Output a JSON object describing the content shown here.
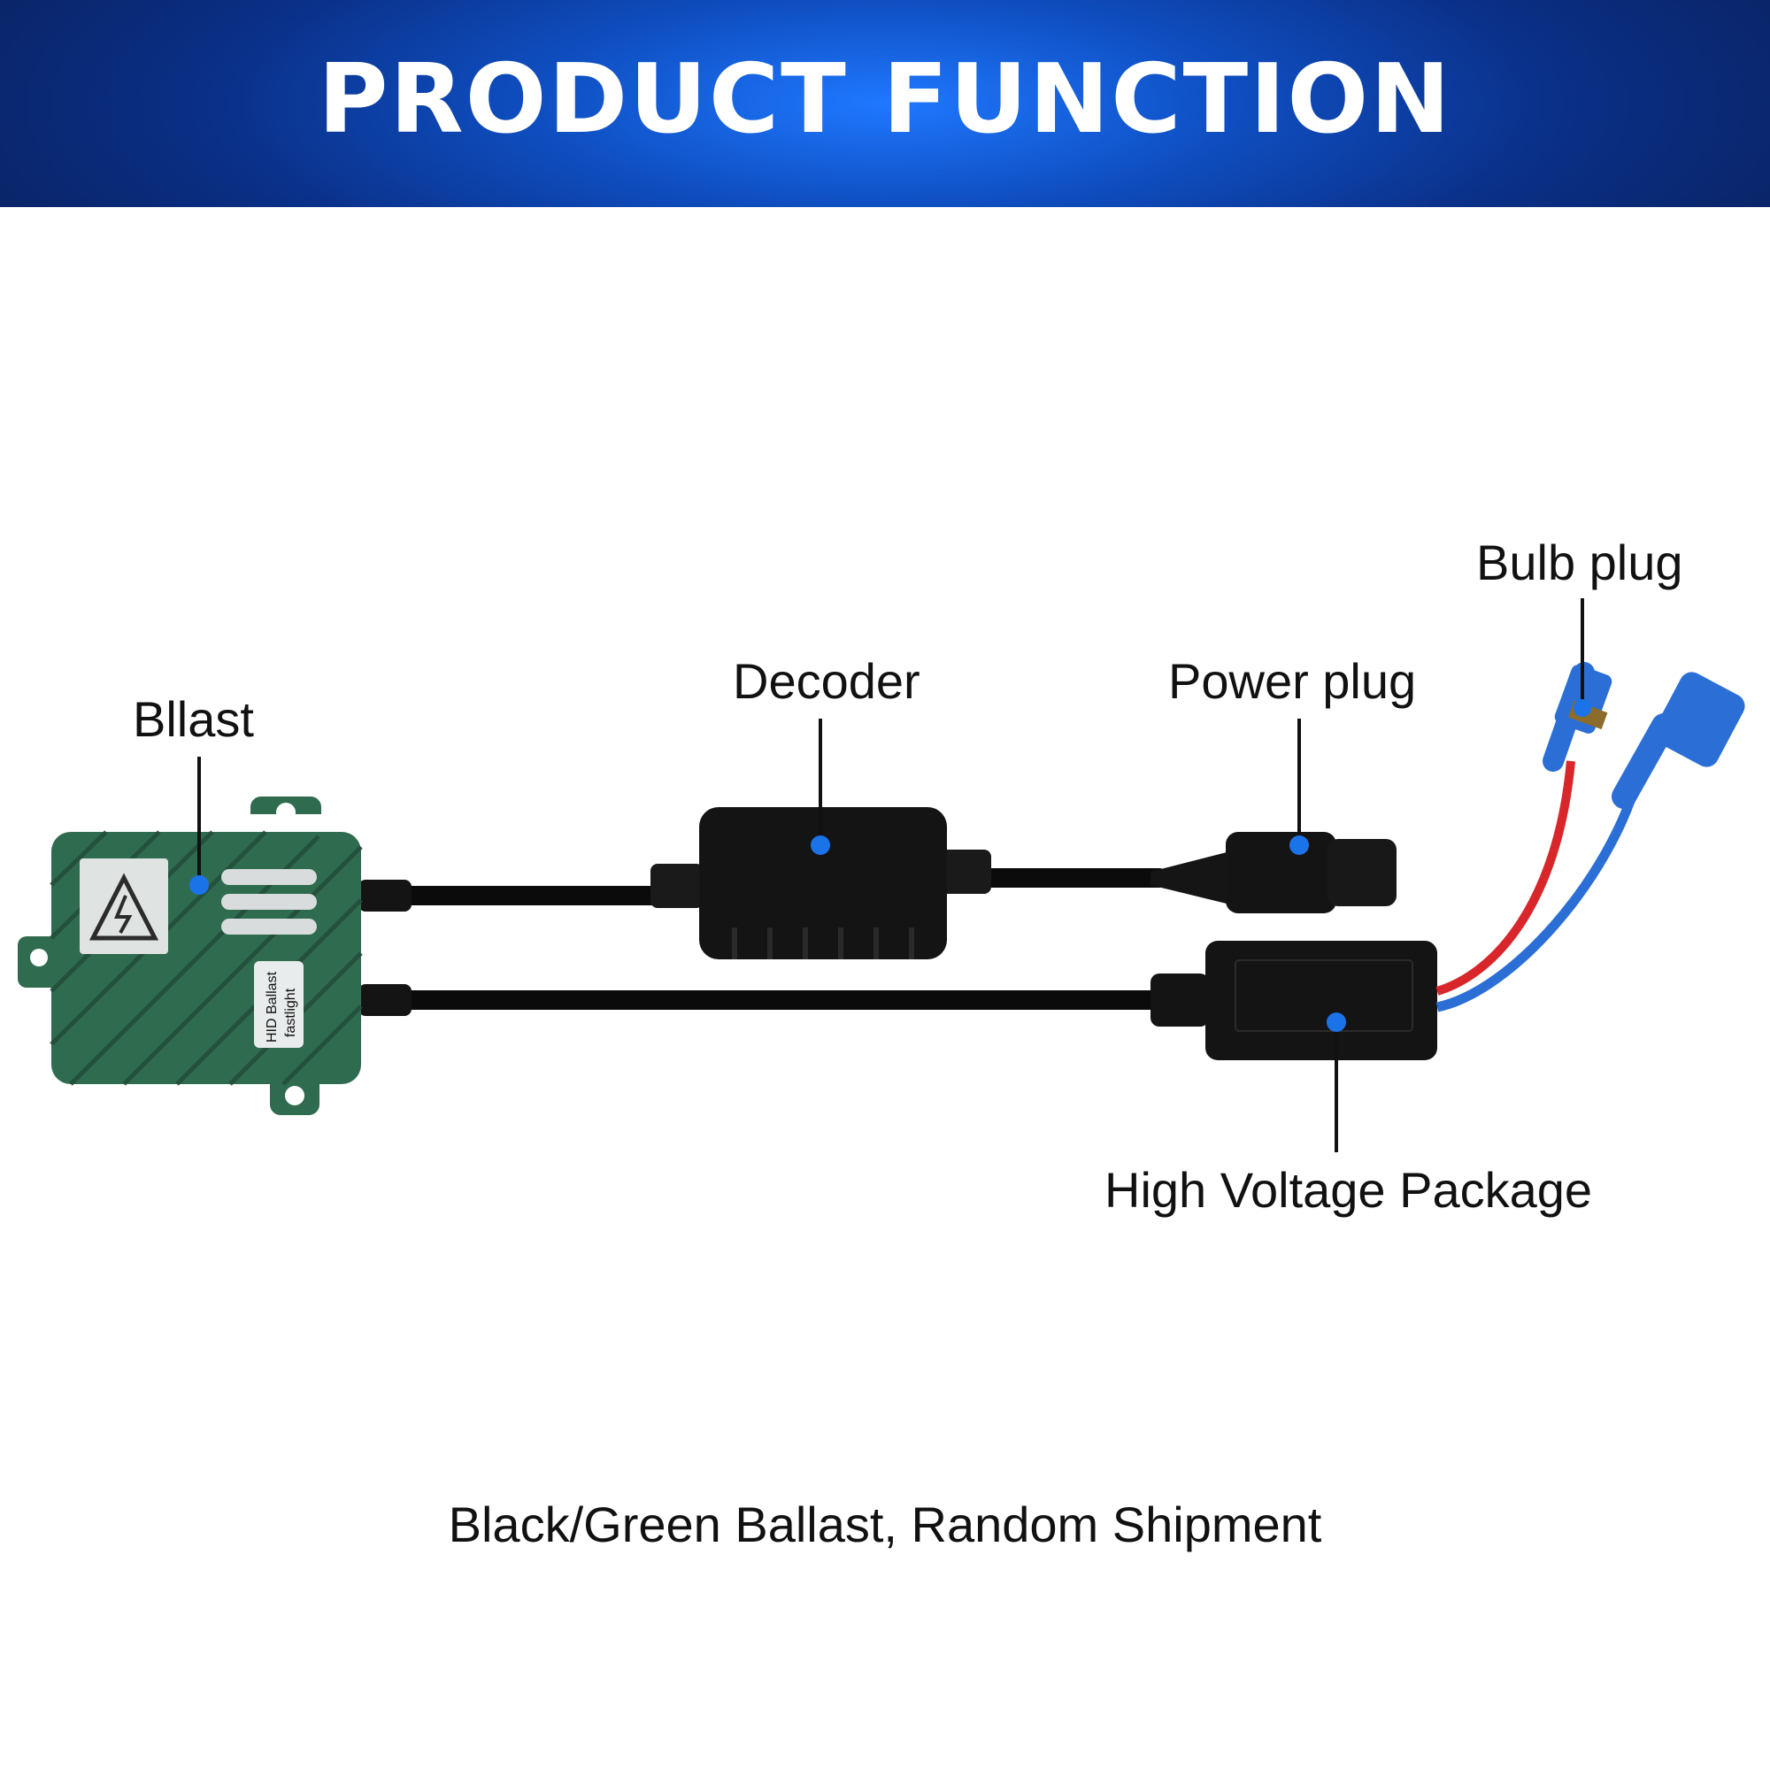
{
  "header": {
    "title": "PRODUCT FUNCTION"
  },
  "labels": {
    "ballast": "Bllast",
    "decoder": "Decoder",
    "power_plug": "Power plug",
    "bulb_plug": "Bulb plug",
    "high_voltage": "High Voltage Package"
  },
  "ballast_box": {
    "line1": "HID Ballast",
    "line2": "fastlight"
  },
  "footer": {
    "caption": "Black/Green Ballast, Random Shipment"
  },
  "colors": {
    "banner_center": "#1f78ff",
    "banner_edge": "#0a2466",
    "ballast_green": "#2e6b4f",
    "marker_blue": "#1a73e8",
    "red_wire": "#d8262b",
    "blue_wire": "#2b6fd6"
  }
}
